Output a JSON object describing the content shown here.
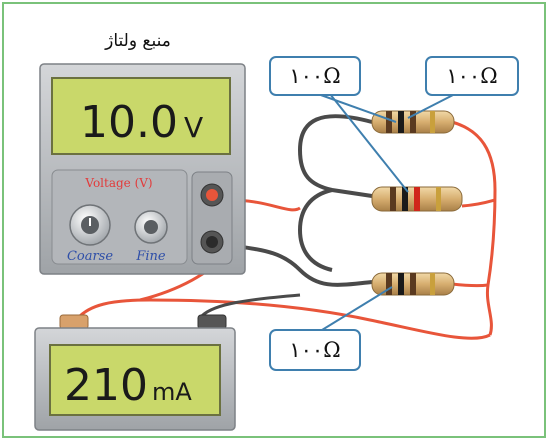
{
  "title": "منبع ولتاژ",
  "voltmeter": {
    "value": "10.0",
    "unit": "V"
  },
  "ammeter": {
    "value": "210",
    "unit": "mA"
  },
  "knob_panel": {
    "label": "Voltage (V)",
    "coarse": "Coarse",
    "fine": "Fine"
  },
  "resistors": [
    {
      "label": "۱۰۰Ω"
    },
    {
      "label": "۱۰۰Ω"
    },
    {
      "label": "۱۰۰Ω"
    }
  ],
  "colors": {
    "frame_border": "#7ac27a",
    "lcd_bg": "#c9d86a",
    "device_gray": "#b9bcc0",
    "callout_border": "#3f7fae",
    "wire_red": "#e8553a",
    "wire_dark": "#4a4a4a"
  }
}
